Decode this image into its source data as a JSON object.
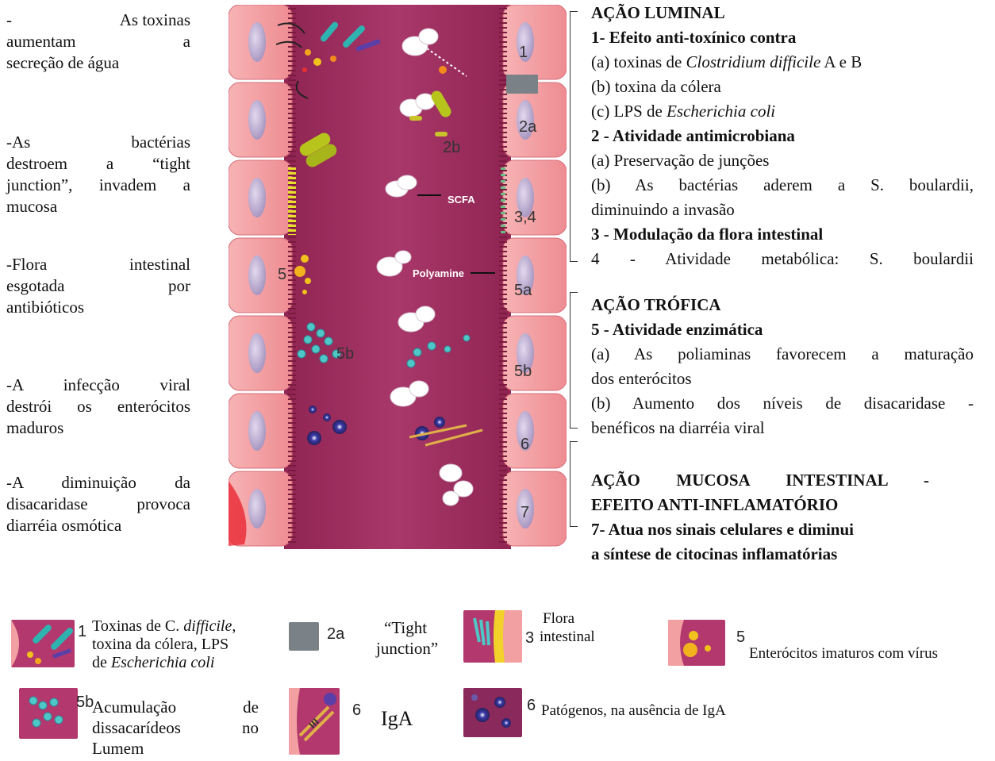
{
  "left_notes": [
    [
      "-",
      "As toxinas",
      "aumentam a",
      "secreção de água"
    ],
    [
      "-As bactérias",
      "destroem a “tight",
      "junction”, invadem a",
      "mucosa"
    ],
    [
      "-Flora intestinal",
      "esgotada por",
      "antibióticos"
    ],
    [
      "-A infecção viral",
      "destrói os enterócitos",
      "maduros"
    ],
    [
      "-A diminuição da",
      "disacaridase provoca",
      "diarréia osmótica"
    ]
  ],
  "diagram": {
    "cell_labels": [
      "1",
      "2a",
      "3,4",
      "5a",
      "5b",
      "6",
      "7"
    ],
    "lumen_labels": {
      "l2b": "2b",
      "l5": "5",
      "l5b": "5b",
      "scfa": "SCFA",
      "polyamine": "Polyamine"
    }
  },
  "luminal": {
    "title": "AÇÃO LUMINAL",
    "s1_title": "1-  Efeito anti-toxínico contra",
    "s1a_pre": "(a) toxinas de ",
    "s1a_it": "Clostridium difficile",
    "s1a_post": " A e B",
    "s1b": "(b) toxina da cólera",
    "s1c_pre": "(c) LPS de ",
    "s1c_it": "Escherichia coli",
    "s2_title": "2 - Atividade antimicrobiana",
    "s2a": "(a) Preservação de junções",
    "s2b_1": "(b) As bactérias aderem a S. boulardii,",
    "s2b_2": "diminuindo a invasão",
    "s3_title": "3 - Modulação da flora intestinal",
    "s4": "4 - Atividade metabólica: S. boulardii"
  },
  "trofica": {
    "title": "AÇÃO TRÓFICA",
    "s5_title": "5 - Atividade enzimática",
    "s5a_1": "(a) As poliaminas favorecem a maturação",
    "s5a_2": "dos enterócitos",
    "s5b_1": "(b) Aumento dos níveis de disacaridase -",
    "s5b_2": "benéficos na diarréia viral"
  },
  "mucosa": {
    "title_1": "AÇÃO MUCOSA INTESTINAL -",
    "title_2": "EFEITO ANTI-INFLAMATÓRIO",
    "s7_1": "7- Atua nos sinais celulares e diminui",
    "s7_2": "a síntese de citocinas inflamatórias"
  },
  "legend": {
    "l1_num": "1",
    "l1_a_pre": "Toxinas de C. ",
    "l1_a_it": "difficile",
    "l1_a_post": ",",
    "l1_b": "toxina da cólera, LPS",
    "l1_c_pre": "de ",
    "l1_c_it": "Escherichia coli",
    "l2_num": "2a",
    "l2_a": "“Tight",
    "l2_b": "junction”",
    "l3_num": "3",
    "l3_a": "Flora",
    "l3_b": "intestinal",
    "l4_num": "5",
    "l4_text": "Enterócitos imaturos com vírus",
    "l5_num": "5b",
    "l5_a": "Acumulação de",
    "l5_b": "dissacarídeos no",
    "l5_c": "Lumem",
    "l6_num": "6",
    "l6_text": "IgA",
    "l7_num": "6",
    "l7_text": "Patógenos, na ausência de IgA"
  },
  "colors": {
    "lumen": "#a3305e",
    "cell": "#f29a9e",
    "nucleus": "#cdbde0",
    "bracket": "#333333",
    "junction": "#7a8288"
  }
}
